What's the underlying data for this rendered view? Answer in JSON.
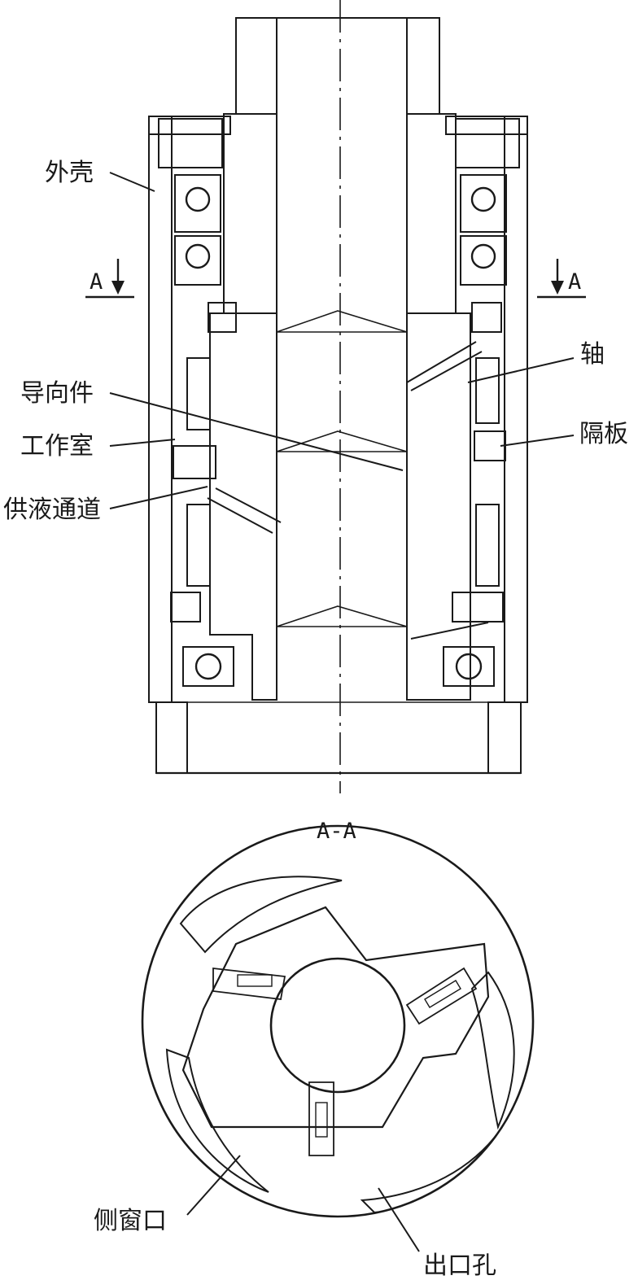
{
  "labels": {
    "shell": "外壳",
    "shaft": "轴",
    "guide": "导向件",
    "partition": "隔板",
    "chamber": "工作室",
    "supply_channel": "供液通道",
    "side_window": "侧窗口",
    "outlet_hole": "出口孔"
  },
  "section": {
    "mark_left": "A",
    "mark_right": "A",
    "view_title": "A-A"
  },
  "colors": {
    "line": "#1a1a1a",
    "hatch": "#1a1a1a",
    "background": "#ffffff"
  }
}
